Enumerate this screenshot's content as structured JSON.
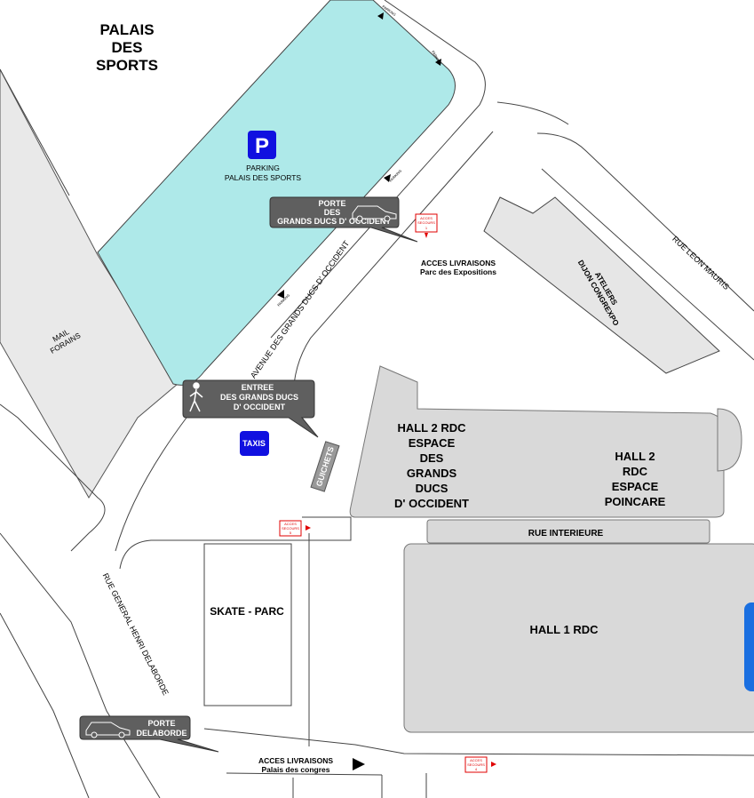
{
  "title_lines": [
    "PALAIS",
    "DES",
    "SPORTS"
  ],
  "parking": {
    "icon": "P",
    "label_lines": [
      "PARKING",
      "PALAIS DES SPORTS"
    ],
    "entrance_tags": [
      "PARKING",
      "PARKING",
      "PARKING",
      "PARKING"
    ]
  },
  "porte_grands_ducs": [
    "PORTE",
    "DES",
    "GRANDS DUCS  D' OCCIDENT"
  ],
  "porte_delaborde": [
    "PORTE",
    "DELABORDE"
  ],
  "entree": [
    "ENTREE",
    "DES GRANDS DUCS",
    "D' OCCIDENT"
  ],
  "taxis": "TAXIS",
  "mail_forains": [
    "MAIL",
    "FORAINS"
  ],
  "avenue": "AVENUE DES GRANDS DUCS D' OCCIDENT",
  "rue_leon_mauris": "RUE LEON MAURIS",
  "rue_delaborde": "RUE GENERAL HENRI DELABORDE",
  "ateliers": [
    "ATELIERS",
    "DIJON CONGREXPO"
  ],
  "acces_livraisons_top": [
    "ACCES LIVRAISONS",
    "Parc des Expositions"
  ],
  "acces_livraisons_bottom": [
    "ACCES LIVRAISONS",
    "Palais des congres"
  ],
  "acces_secours": [
    {
      "lines": [
        "ACCES",
        "SECOURS",
        "1"
      ]
    },
    {
      "lines": [
        "ACCES",
        "SECOURS",
        "5"
      ]
    },
    {
      "lines": [
        "ACCES",
        "SECOURS",
        "4"
      ]
    }
  ],
  "guichets": "GUICHETS",
  "hall2_rdc": [
    "HALL 2 RDC",
    "ESPACE",
    "DES",
    "GRANDS",
    "DUCS",
    "D' OCCIDENT"
  ],
  "hall2_poincare": [
    "HALL 2",
    "RDC",
    "ESPACE",
    "POINCARE"
  ],
  "rue_interieure": "RUE  INTERIEURE",
  "hall1": "HALL 1 RDC",
  "skate_parc": "SKATE - PARC",
  "colors": {
    "parking_fill": "#aee9e9",
    "building_fill": "#d9d9d9",
    "callout_fill": "#5f5f5f",
    "secours_red": "#e00000",
    "parking_icon": "#1010e0",
    "right_edge_blue": "#1a6fe0"
  }
}
